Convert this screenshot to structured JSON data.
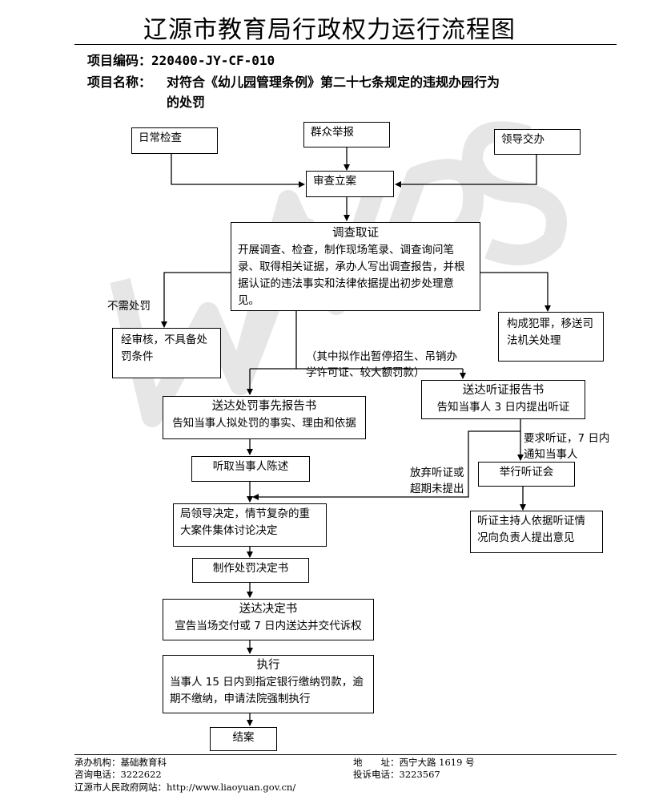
{
  "title": "辽源市教育局行政权力运行流程图",
  "project": {
    "code_label": "项目编码：",
    "code": "220400-JY-CF-010",
    "name_label": "项目名称：",
    "name_line1": "对符合《幼儿园管理条例》第二十七条规定的违规办园行为",
    "name_line2": "的处罚"
  },
  "nodes": {
    "daily": "日常检查",
    "report": "群众举报",
    "leader": "领导交办",
    "file": "审查立案",
    "investigate_title": "调查取证",
    "investigate_body": "开展调查、检查，制作现场笔录、调查询问笔录、取得相关证据，承办人写出调查报告，并根据认证的违法事实和法律依据提出初步处理意见。",
    "no_case": "经审核，不具备处罚条件",
    "crime": "构成犯罪，移送司法机关处理",
    "notify_title": "送达处罚事先报告书",
    "notify_body": "告知当事人拟处罚的事实、理由和依据",
    "hearing_notice_title": "送达听证报告书",
    "hearing_notice_body": "告知当事人 3 日内提出听证",
    "listen": "听取当事人陈述",
    "hold_hearing": "举行听证会",
    "host_opinion": "听证主持人依据听证情况向负责人提出意见",
    "decide": "局领导决定，情节复杂的重大案件集体讨论决定",
    "make_decision": "制作处罚决定书",
    "deliver_title": "送达决定书",
    "deliver_body": "宣告当场交付或 7 日内送达并交代诉权",
    "execute_title": "执行",
    "execute_body": "当事人 15 日内到指定银行缴纳罚款，逾期不缴纳，申请法院强制执行",
    "close": "结案"
  },
  "notes": {
    "no_penalty": "不需处罚",
    "serious": "（其中拟作出暂停招生、吊销办学许可证、较大额罚款）",
    "request_hearing_1": "要求听证，7 日内",
    "request_hearing_2": "通知当事人",
    "waive_1": "放弃听证或",
    "waive_2": "超期未提出"
  },
  "footer": {
    "org_label": "承办机构：",
    "org": "基础教育科",
    "address_label": "地　　址：",
    "address": "西宁大路 1619 号",
    "phone_label": "咨询电话：",
    "phone": "3222622",
    "complaint_label": "投诉电话：",
    "complaint": "3223567",
    "site_label": "辽源市人民政府网站：",
    "site": "http://www.liaoyuan.gov.cn/"
  }
}
